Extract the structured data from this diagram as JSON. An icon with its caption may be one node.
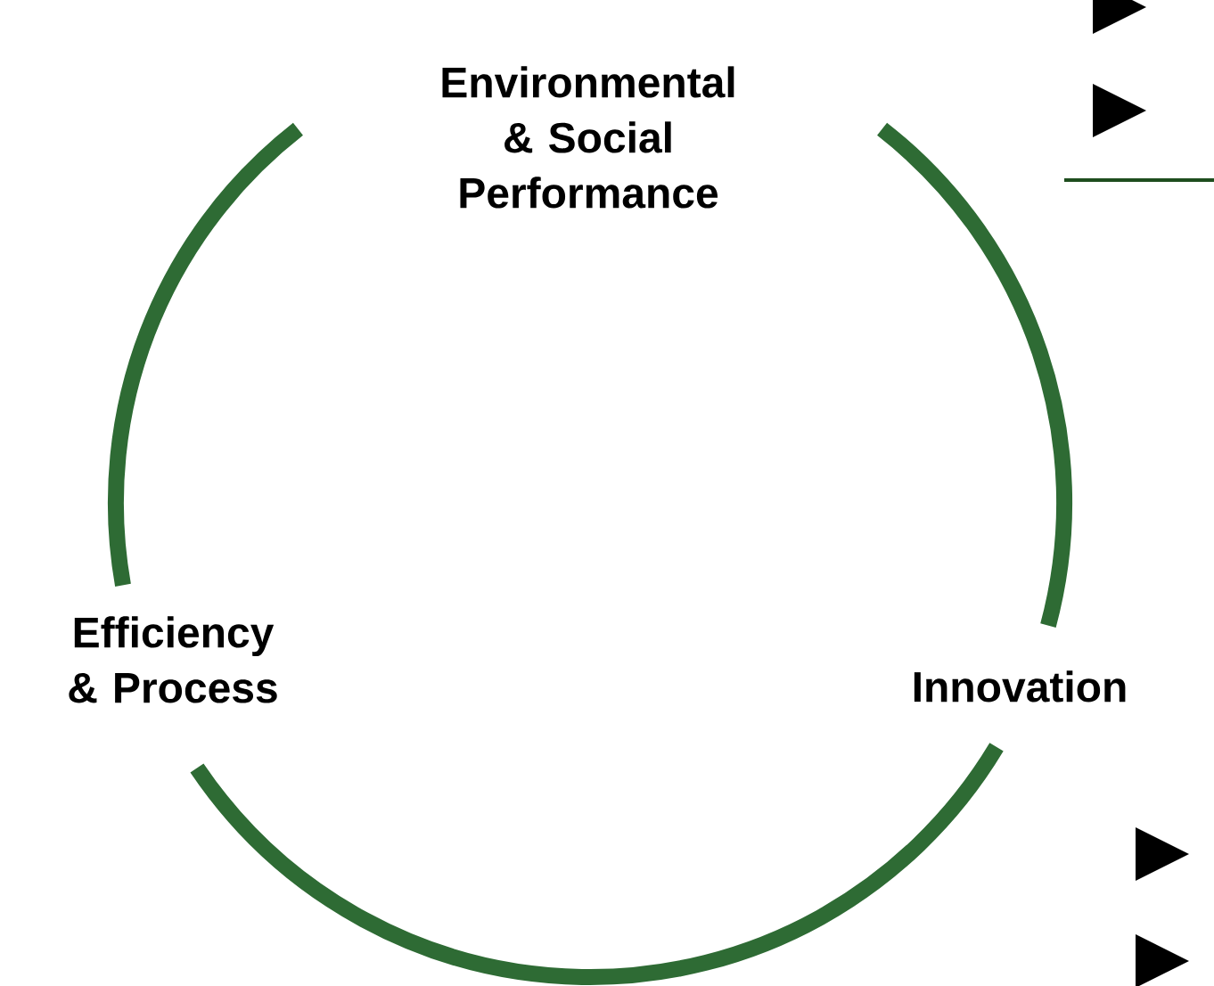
{
  "diagram": {
    "labels": [
      "Environmental & Social Performance",
      "Efficiency & Process",
      "Innovation"
    ]
  }
}
